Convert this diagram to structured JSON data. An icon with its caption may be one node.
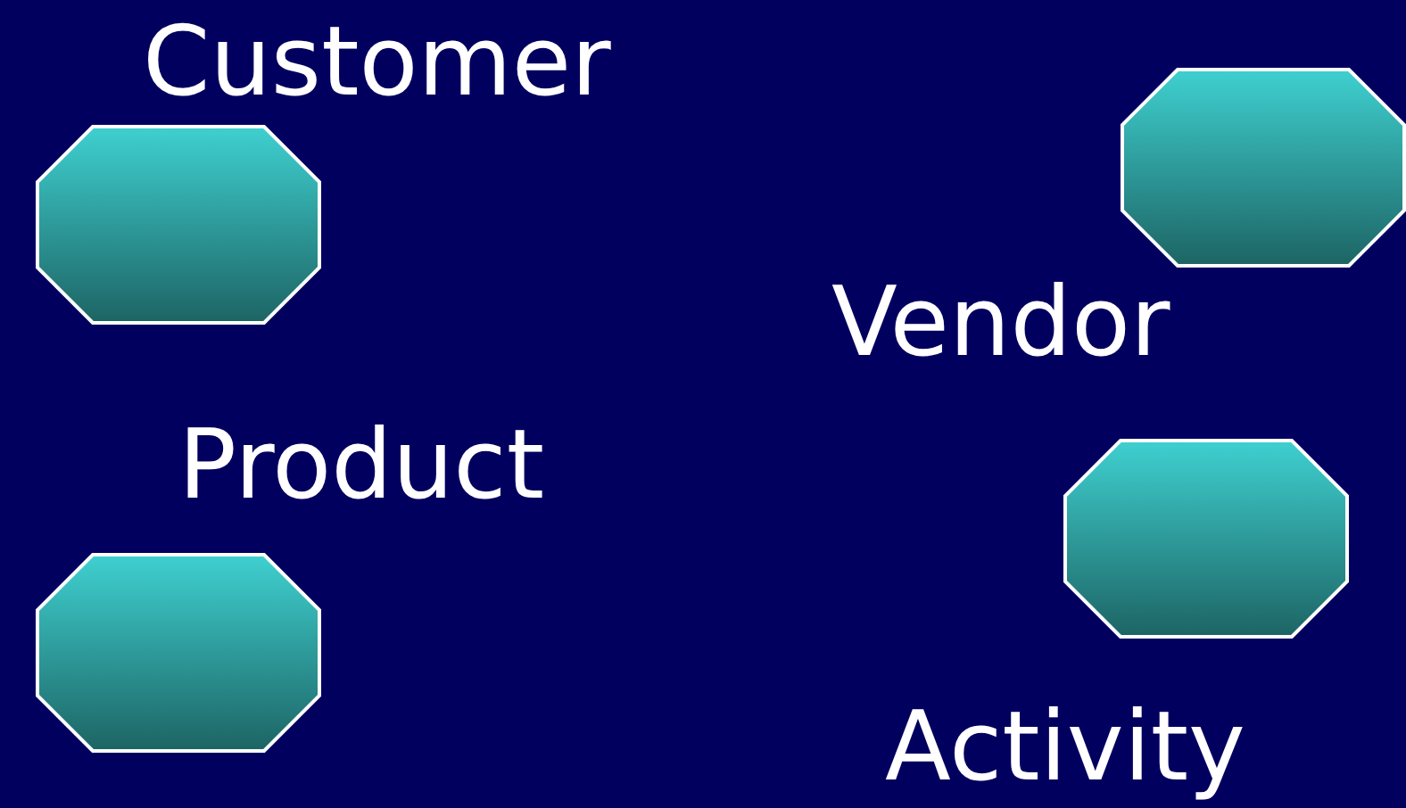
{
  "diagram": {
    "nodes": [
      {
        "text": [
          "Customer"
        ]
      },
      {
        "text": [
          "Vendor"
        ]
      },
      {
        "text": [
          "Product"
        ]
      },
      {
        "text": [
          "Activity"
        ]
      }
    ]
  }
}
